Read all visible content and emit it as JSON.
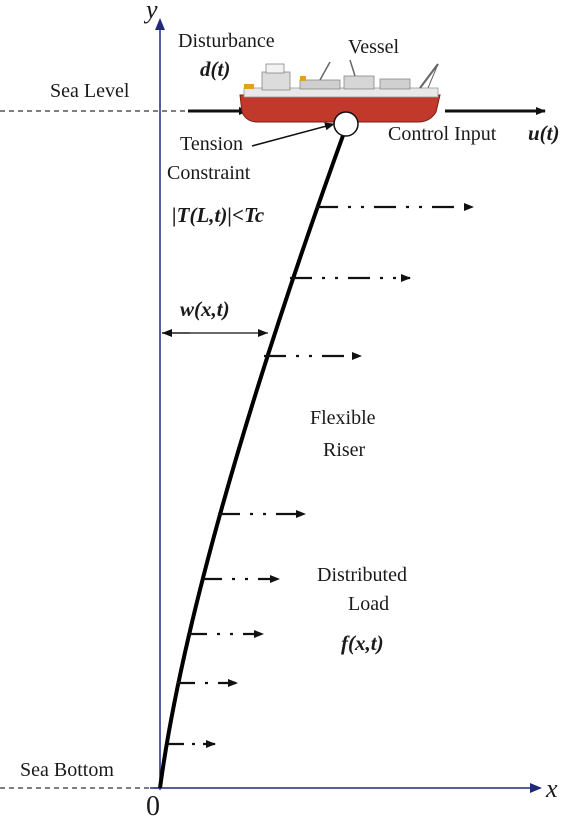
{
  "axes": {
    "x_label": "x",
    "y_label": "y",
    "origin_label": "0",
    "color": "#1f2a7a"
  },
  "labels": {
    "disturbance": "Disturbance",
    "disturbance_symbol": "d(t)",
    "vessel": "Vessel",
    "sea_level": "Sea Level",
    "control_input": "Control Input",
    "control_symbol": "u(t)",
    "tension_line1": "Tension",
    "tension_line2": "Constraint",
    "tension_formula": "|T(L,t)|<Tc",
    "deflection_symbol": "w(x,t)",
    "riser_line1": "Flexible",
    "riser_line2": "Riser",
    "load_line1": "Distributed",
    "load_line2": "Load",
    "load_symbol": "f(x,t)",
    "sea_bottom": "Sea Bottom"
  },
  "vessel": {
    "hull_color": "#c0392b",
    "deck_color": "#e8e8e8"
  },
  "riser_color": "#000000"
}
